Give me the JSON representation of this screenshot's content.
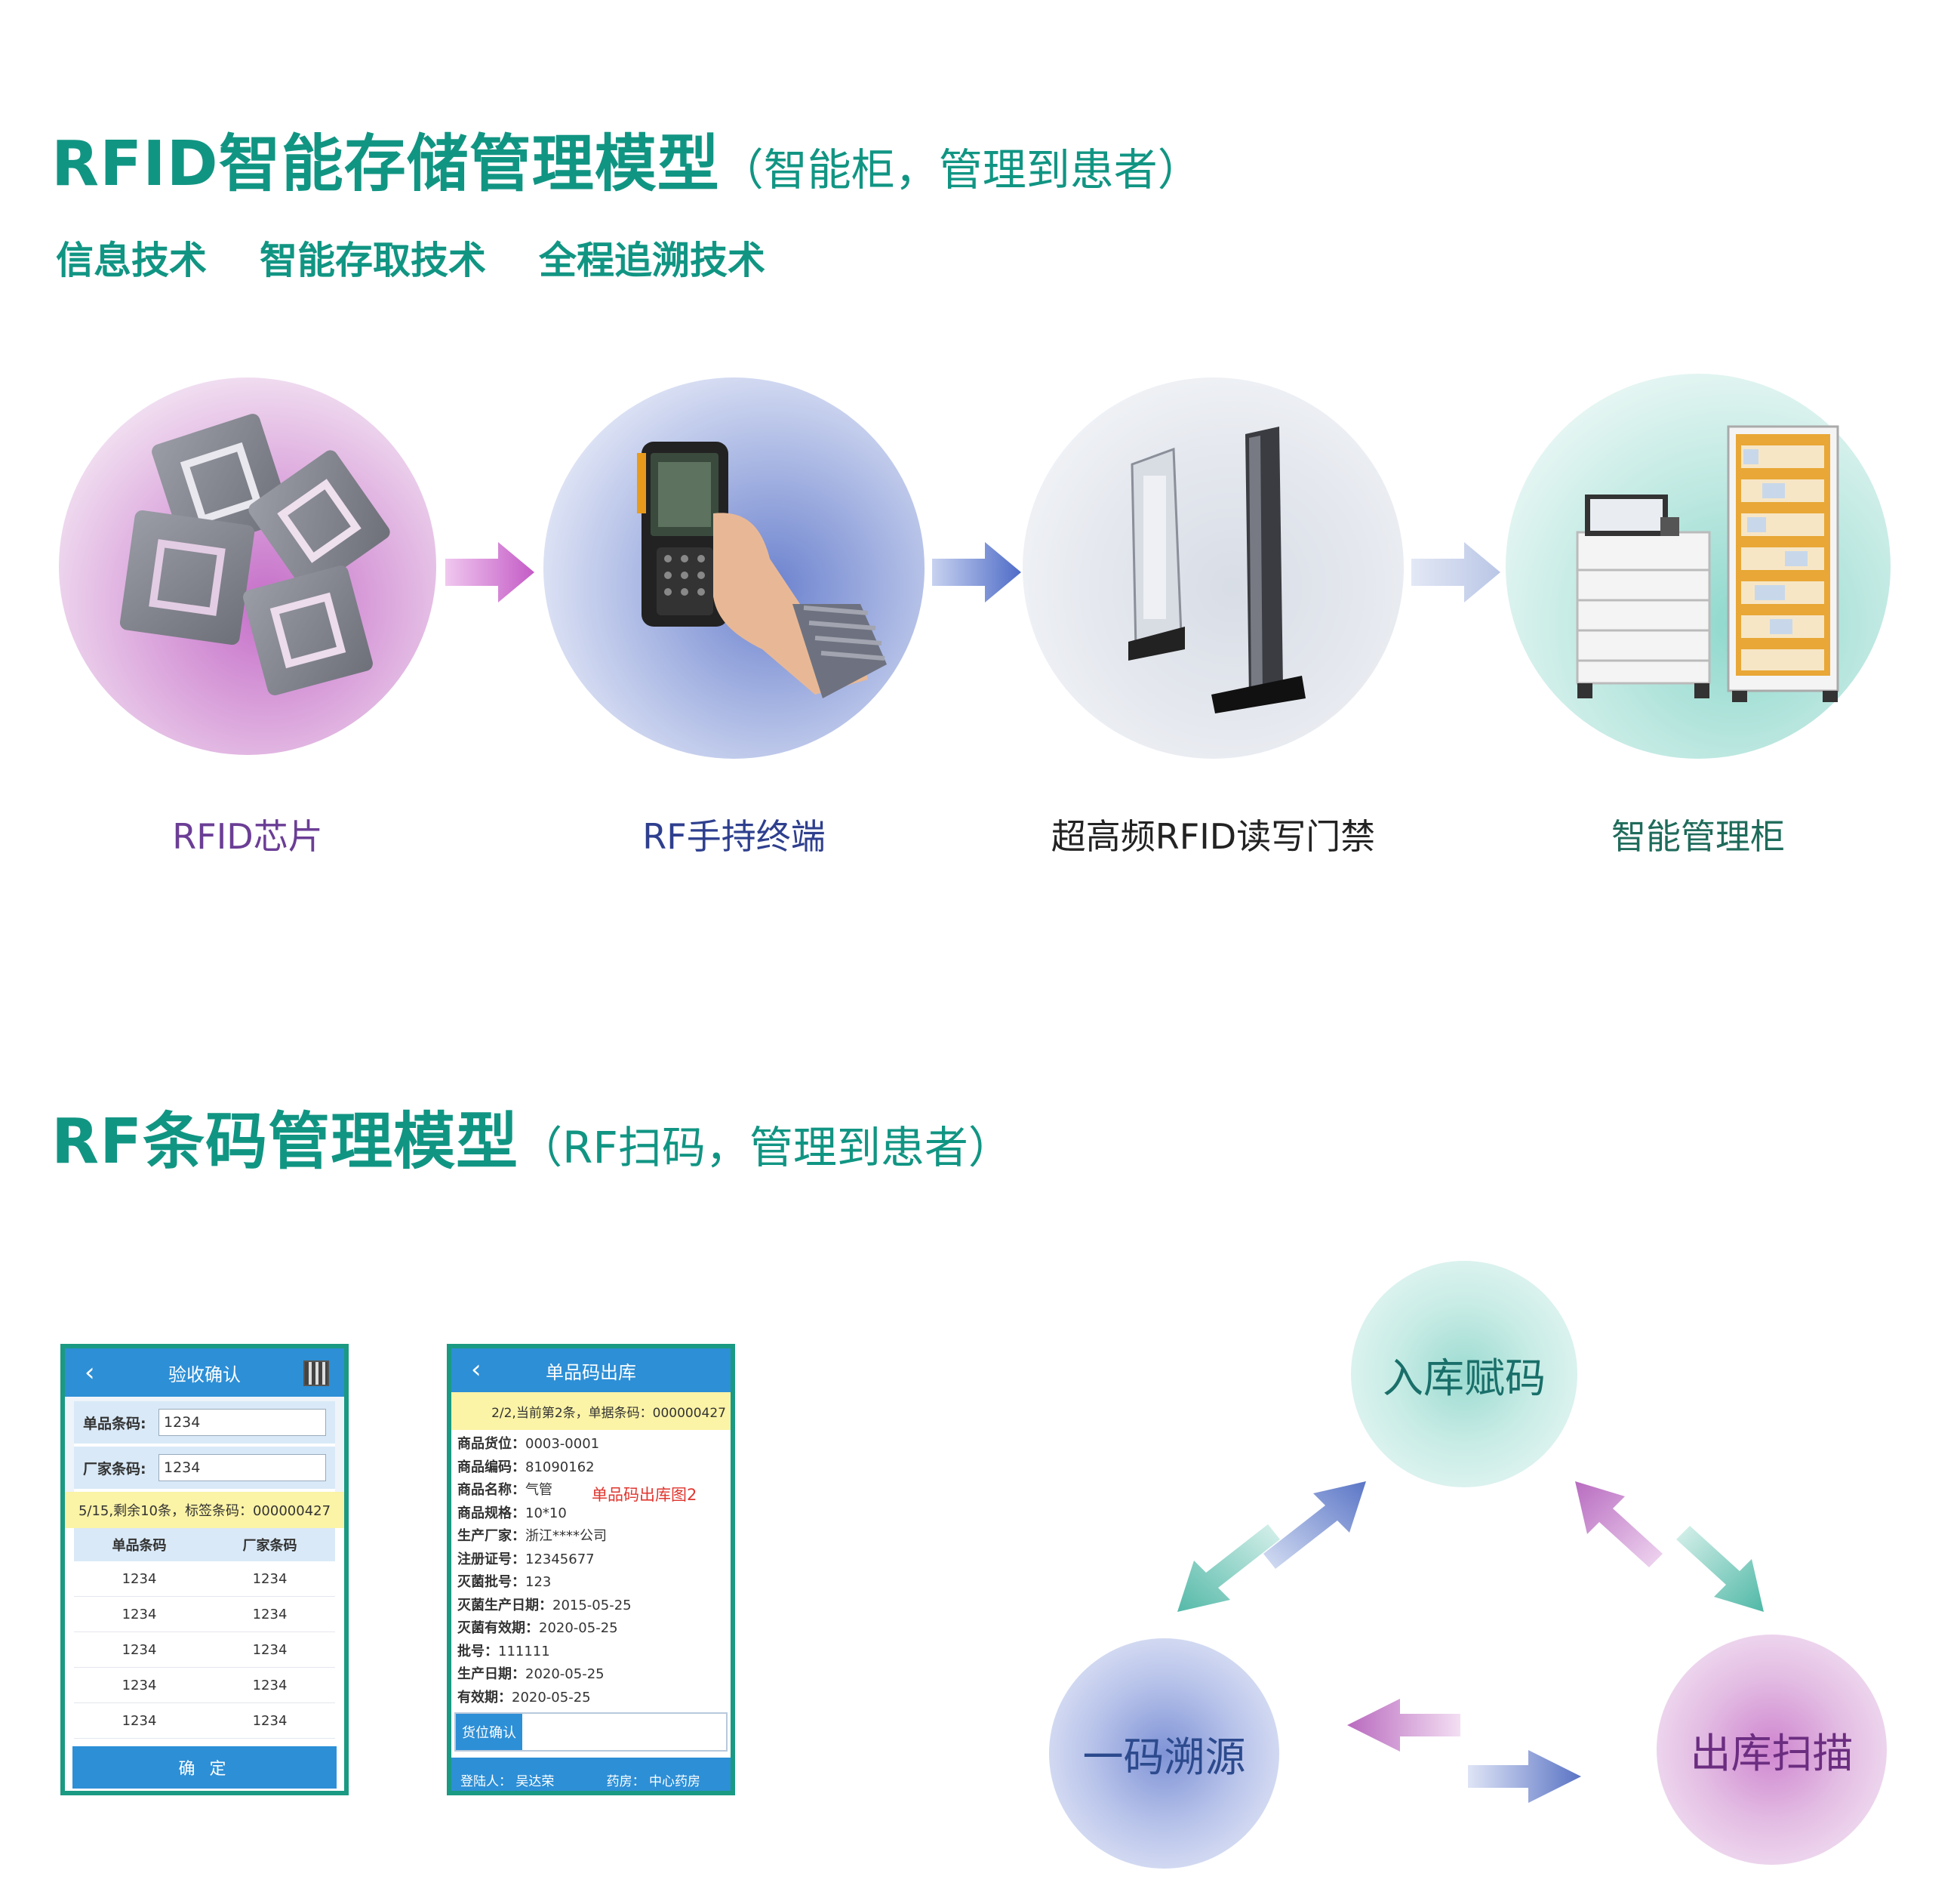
{
  "section1": {
    "title": "RFID智能存储管理模型",
    "title_sub": "（智能柜，管理到患者）",
    "techs": [
      "信息技术",
      "智能存取技术",
      "全程追溯技术"
    ],
    "items": [
      {
        "label": "RFID芯片",
        "color": "#6b3e95"
      },
      {
        "label": "RF手持终端",
        "color": "#2e3f8e"
      },
      {
        "label": "超高频RFID读写门禁",
        "color": "#222222"
      },
      {
        "label": "智能管理柜",
        "color": "#1f6b5b"
      }
    ]
  },
  "section2": {
    "title": "RF条码管理模型",
    "title_sub": "（RF扫码，管理到患者）"
  },
  "phone1": {
    "header": "验收确认",
    "single_code_label": "单品条码:",
    "single_code_value": "1234",
    "factory_code_label": "厂家条码:",
    "factory_code_value": "1234",
    "notice": "5/15,剩余10条，标签条码：000000427",
    "columns": [
      "单品条码",
      "厂家条码"
    ],
    "rows": [
      [
        "1234",
        "1234"
      ],
      [
        "1234",
        "1234"
      ],
      [
        "1234",
        "1234"
      ],
      [
        "1234",
        "1234"
      ],
      [
        "1234",
        "1234"
      ]
    ],
    "confirm": "确 定"
  },
  "phone2": {
    "header": "单品码出库",
    "notice": "2/2,当前第2条，单据条码：000000427",
    "fields": [
      {
        "k": "商品货位：",
        "v": "0003-0001"
      },
      {
        "k": "商品编码：",
        "v": "81090162"
      },
      {
        "k": "商品名称：",
        "v": "气管"
      },
      {
        "k": "商品规格：",
        "v": "10*10"
      },
      {
        "k": "生产厂家：",
        "v": "浙江****公司"
      },
      {
        "k": "注册证号：",
        "v": "12345677"
      },
      {
        "k": "灭菌批号：",
        "v": "123"
      },
      {
        "k": "灭菌生产日期：",
        "v": "2015-05-25"
      },
      {
        "k": "灭菌有效期：",
        "v": "2020-05-25"
      },
      {
        "k": "批号：",
        "v": "111111"
      },
      {
        "k": "生产日期：",
        "v": "2020-05-25"
      },
      {
        "k": "有效期：",
        "v": "2020-05-25"
      }
    ],
    "red_tag": "单品码出库图2",
    "location_confirm": "货位确认",
    "footer_user": "登陆人：  吴达荣",
    "footer_pharmacy": "药房：  中心药房"
  },
  "cycle": {
    "top": "入库赋码",
    "left": "一码溯源",
    "right": "出库扫描"
  }
}
